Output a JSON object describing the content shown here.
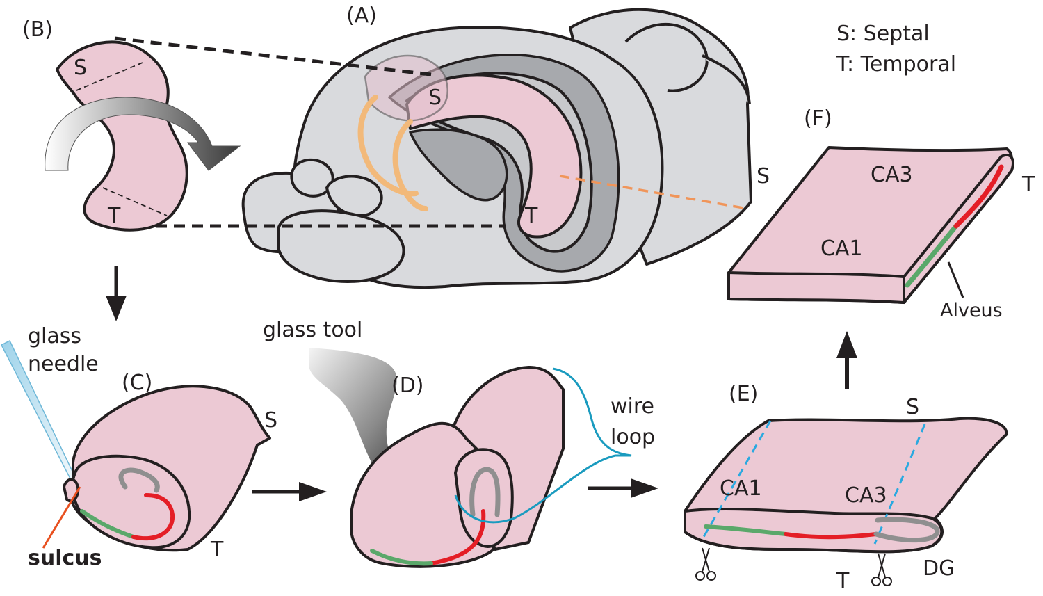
{
  "panels": {
    "a": "(A)",
    "b": "(B)",
    "c": "(C)",
    "d": "(D)",
    "e": "(E)",
    "f": "(F)"
  },
  "legend": {
    "septal": "S: Septal",
    "temporal": "T: Temporal"
  },
  "labels": {
    "s": "S",
    "t": "T",
    "ca1": "CA1",
    "ca3": "CA3",
    "dg": "DG",
    "alveus": "Alveus",
    "glass_needle_1": "glass",
    "glass_needle_2": "needle",
    "glass_tool": "glass tool",
    "wire_loop_1": "wire",
    "wire_loop_2": "loop",
    "sulcus": "sulcus"
  },
  "colors": {
    "tissue": "#ecc9d4",
    "brain": "#d9dadd",
    "brain_dark": "#a7a9ad",
    "ca1_region": "#5aa86a",
    "ca3_region": "#e41e26",
    "dg_region": "#8f8f8f",
    "cut_line": "#2aa9e0",
    "wire": "#1a9bbf",
    "needle": "#9fd3ea",
    "sulcus_line": "#e8501f",
    "axis_dash": "#f0955a",
    "fimbria": "#f2b97a"
  }
}
